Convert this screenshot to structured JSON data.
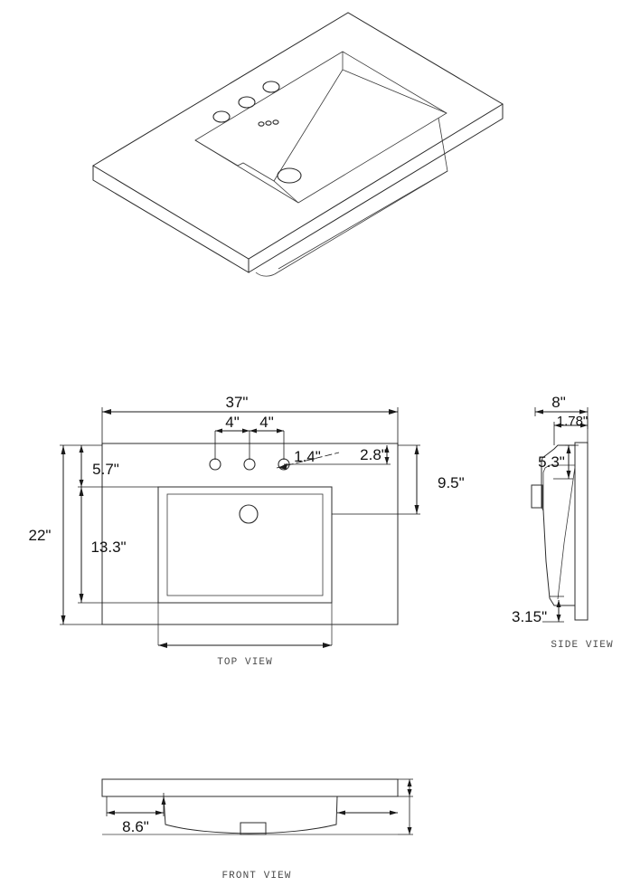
{
  "drawing": {
    "title": "Bathroom Vanity Top Technical Drawing",
    "line_color": "#2b2b2b",
    "text_color": "#111111",
    "background": "#ffffff",
    "views": [
      {
        "id": "isometric",
        "label": ""
      },
      {
        "id": "top",
        "label": "TOP  VIEW"
      },
      {
        "id": "side",
        "label": "SIDE  VIEW"
      },
      {
        "id": "front",
        "label": "FRONT  VIEW"
      }
    ],
    "view_labels": {
      "top": "TOP  VIEW",
      "side": "SIDE  VIEW",
      "front": "FRONT  VIEW"
    },
    "dimensions": {
      "top_view": {
        "overall_width": "37\"",
        "overall_depth": "22\"",
        "faucet_spacing_left": "4\"",
        "faucet_spacing_right": "4\"",
        "faucet_hole_diameter": "1.4\"",
        "backsplash_to_hole": "2.8\"",
        "front_edge_to_basin": "5.7\"",
        "basin_depth": "13.3\"",
        "basin_right_offset": "9.5\""
      },
      "side_view": {
        "overall_depth": "8\"",
        "backsplash_thickness": "1.78\"",
        "top_to_basin_bottom": "5.3\"",
        "bottom_offset": "3.15\""
      },
      "front_view": {
        "edge_to_basin": "8.6\""
      }
    },
    "features": {
      "faucet_holes_count": 3,
      "drain_holes_count": 1,
      "overflow_holes_count": 3
    }
  }
}
